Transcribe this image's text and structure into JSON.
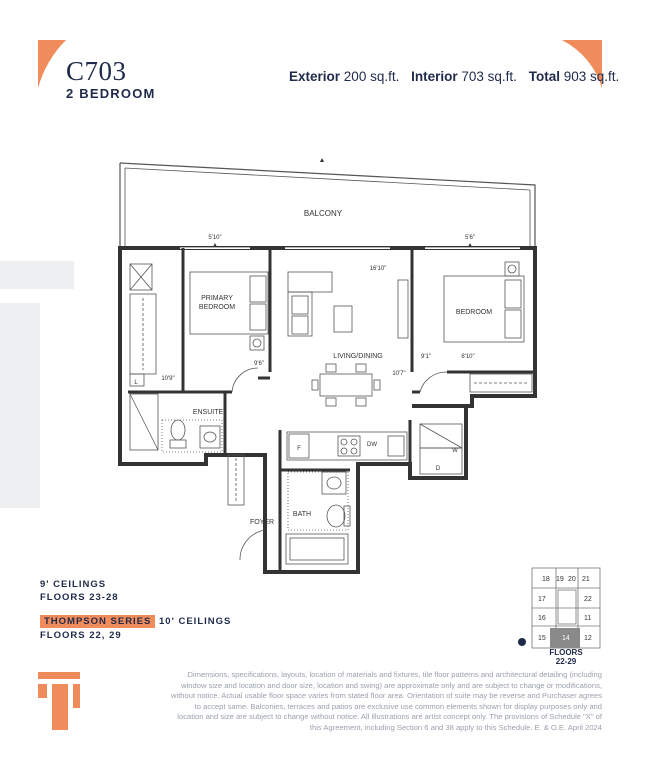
{
  "header": {
    "unit_name": "C703",
    "unit_type": "2 BEDROOM",
    "exterior_label": "Exterior",
    "exterior_value": "200 sq.ft.",
    "interior_label": "Interior",
    "interior_value": "703 sq.ft.",
    "total_label": "Total",
    "total_value": "903 sq.ft."
  },
  "rooms": {
    "balcony": "BALCONY",
    "primary_bedroom_line1": "PRIMARY",
    "primary_bedroom_line2": "BEDROOM",
    "bedroom": "BEDROOM",
    "living_dining": "LIVING/DINING",
    "ensuite": "ENSUITE",
    "bath": "BATH",
    "foyer": "FOYER"
  },
  "dimensions": {
    "primary_width": "5'10\"",
    "primary_depth": "9'6\"",
    "primary_length": "10'9\"",
    "living_length": "16'10\"",
    "living_width": "10'7\"",
    "bedroom_width": "5'6\"",
    "bedroom_depth": "9'1\"",
    "bedroom_length": "8'10\""
  },
  "fixtures": {
    "fridge": "F",
    "dishwasher": "DW",
    "washer": "W",
    "dryer": "D",
    "linen": "L"
  },
  "ceilings": {
    "standard_height": "9' CEILINGS",
    "standard_floors": "FLOORS 23-28",
    "series_name": "THOMPSON SERIES",
    "series_height": "10' CEILINGS",
    "series_floors": "FLOORS 22, 29"
  },
  "keyplan": {
    "units": [
      "18",
      "19",
      "20",
      "21",
      "17",
      "22",
      "16",
      "11",
      "15",
      "14",
      "12"
    ],
    "highlighted": "14",
    "floors_label": "FLOORS",
    "floors_range": "22-29"
  },
  "disclaimer": "Dimensions, specifications, layouts, location of materials and fixtures, tile floor patterns and architectural detailing (including window size and location and door size, location and swing) are approximate only and are subject to change or modifications, without notice. Actual usable floor space varies from stated floor area. Orientation of suite may be reverse and Purchaser agrees to accept same. Balconies, terraces and patios are exclusive use common elements shown for display purposes only and location and size are subject to change without notice. All illustrations are artist concept only. The provisions of Schedule \"X\" of this Agreement, including Section 6 and 38 apply to this Schedule. E. & O.E. April 2024",
  "colors": {
    "accent": "#f08b5b",
    "text": "#1f2a4a",
    "watermark": "#eeeff1",
    "wall": "#333333"
  }
}
